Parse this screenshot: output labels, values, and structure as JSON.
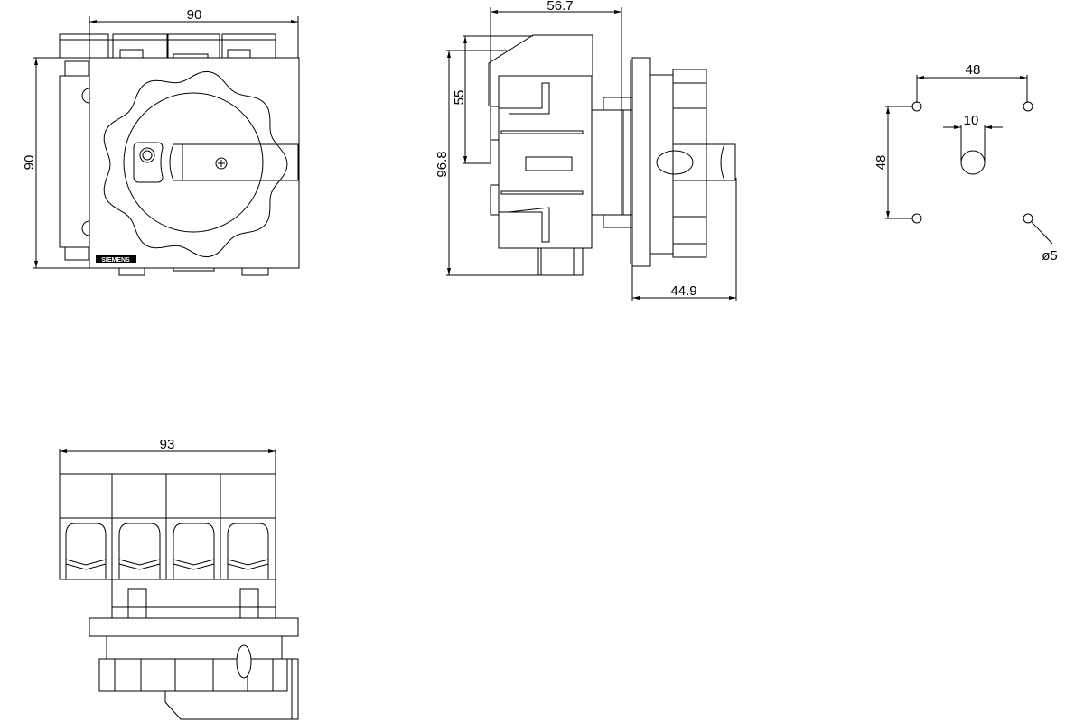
{
  "front_view": {
    "width_dim": "90",
    "height_dim": "90",
    "brand_label": "SIEMENS"
  },
  "side_view": {
    "depth_dim": "56.7",
    "mount_dim": "55",
    "height_dim": "96.8",
    "handle_depth_dim": "44.9"
  },
  "hole_pattern": {
    "horizontal_spacing_dim": "48",
    "vertical_spacing_dim": "48",
    "shaft_hole_dim": "10",
    "hole_diameter_dim": "ø5"
  },
  "bottom_view": {
    "width_dim": "93"
  },
  "colors": {
    "line": "#000000",
    "background": "#ffffff"
  }
}
